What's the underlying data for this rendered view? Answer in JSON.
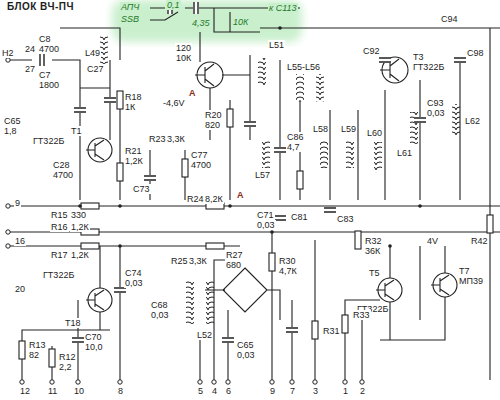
{
  "diagram": {
    "title": "БЛОК ВЧ-ПЧ",
    "labels": [
      "АПЧ",
      "SSB",
      "0,1",
      "4,35",
      "10К",
      "к С113",
      "120",
      "10К",
      "А",
      "-4,6V",
      "R20",
      "820",
      "Н2",
      "24",
      "С8",
      "4700",
      "27",
      "С7",
      "1800",
      "С27",
      "L49",
      "R18",
      "1К",
      "С65",
      "1,8",
      "Т1",
      "ГТ322Б",
      "R21",
      "1,2К",
      "С28",
      "4700",
      "С77",
      "4700",
      "С73",
      "R23",
      "3,3К",
      "9",
      "R15",
      "330",
      "16",
      "R16",
      "1,2К",
      "R24",
      "8,2К",
      "А",
      "20",
      "R17",
      "1,2К",
      "С74",
      "0,03",
      "Т18",
      "ГТ322Б",
      "R13",
      "82",
      "С70",
      "10,0",
      "R12",
      "2,2",
      "R25",
      "3,3К",
      "R27",
      "680",
      "L52",
      "С68",
      "0,03",
      "R30",
      "4,7К",
      "С65",
      "0,03",
      "L51",
      "L55-L56",
      "С92",
      "Т3",
      "ГТ322Б",
      "С94",
      "С98",
      "L57",
      "С86",
      "4,7",
      "L58",
      "L59",
      "L60",
      "L61",
      "L62",
      "С93",
      "0,03",
      "С71",
      "0,03",
      "С81",
      "С83",
      "R32",
      "36К",
      "Т5",
      "ГТ322Б",
      "Т7",
      "МП39",
      "R42",
      "4V",
      "R31",
      "R33",
      "12",
      "11",
      "10",
      "8",
      "5",
      "4",
      "6",
      "9",
      "7",
      "3",
      "1",
      "2"
    ]
  }
}
